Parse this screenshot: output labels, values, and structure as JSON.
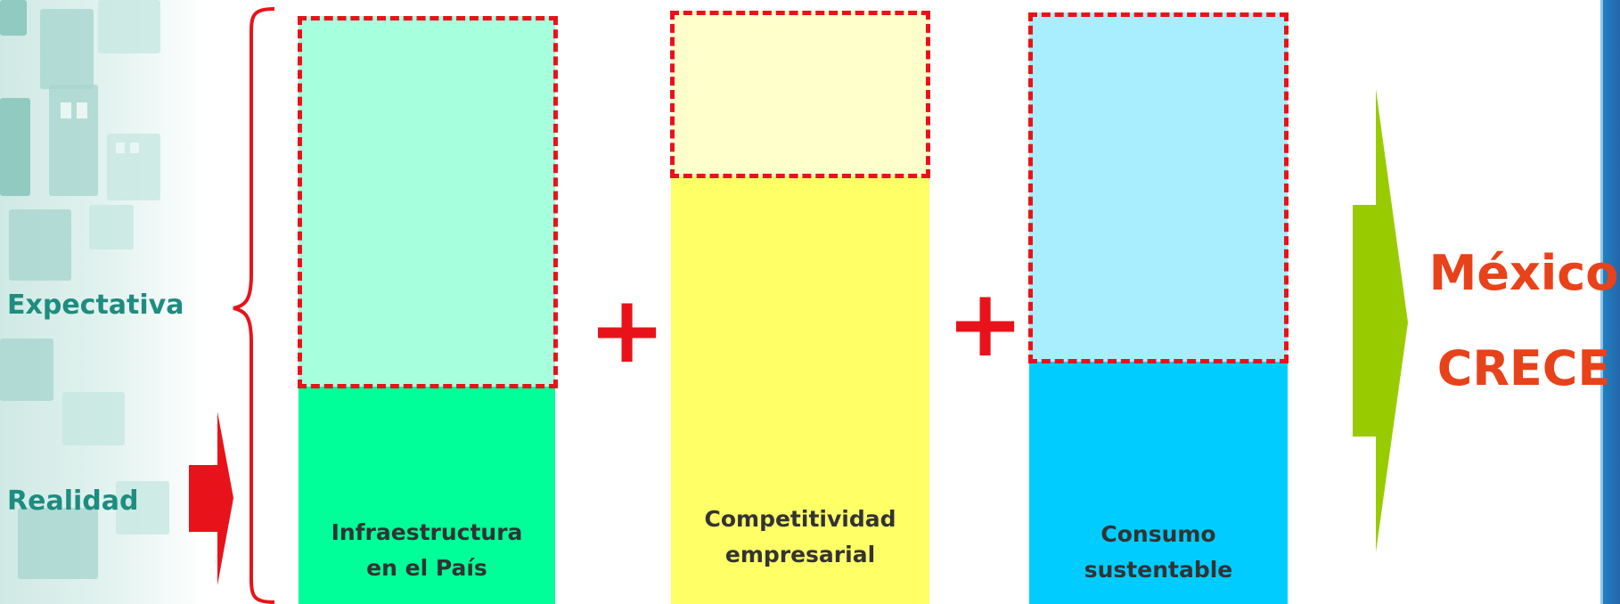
{
  "labels": {
    "expectation": "Expectativa",
    "reality": "Realidad"
  },
  "bars": [
    {
      "id": "infraestructura",
      "label_line1": "Infraestructura",
      "label_line2": "en el País",
      "reality_color": "#00ff99",
      "expectation_color": "#a6ffdd",
      "reality_level": 0.35
    },
    {
      "id": "competitividad",
      "label_line1": "Competitividad",
      "label_line2": "empresarial",
      "reality_color": "#ffff66",
      "expectation_color": "#ffffcc",
      "reality_level": 0.74
    },
    {
      "id": "consumo",
      "label_line1": "Consumo",
      "label_line2": "sustentable",
      "reality_color": "#00ccff",
      "expectation_color": "#a9eeff",
      "reality_level": 0.41
    }
  ],
  "operators": [
    "+",
    "+"
  ],
  "result": {
    "line1": "México",
    "line2": "CRECE",
    "color": "#e8421a",
    "arrow_color": "#99cc00"
  },
  "accent_color": "#e8131a",
  "label_color": "#1e8c80"
}
